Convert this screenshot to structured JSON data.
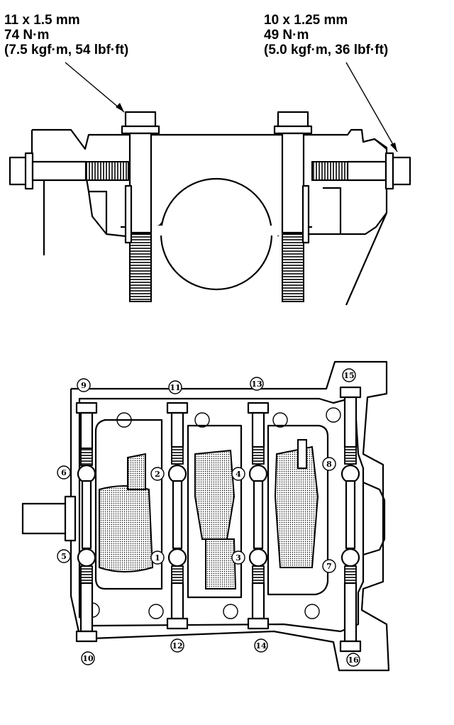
{
  "specs": {
    "left": {
      "size": "11 x 1.5 mm",
      "torque": "74 N·m",
      "alt": "(7.5 kgf·m, 54 lbf·ft)"
    },
    "right": {
      "size": "10 x 1.25 mm",
      "torque": "49 N·m",
      "alt": "(5.0 kgf·m, 36 lbf·ft)"
    }
  },
  "bolt_sequence": [
    "1",
    "2",
    "3",
    "4",
    "5",
    "6",
    "7",
    "8",
    "9",
    "10",
    "11",
    "12",
    "13",
    "14",
    "15",
    "16"
  ]
}
